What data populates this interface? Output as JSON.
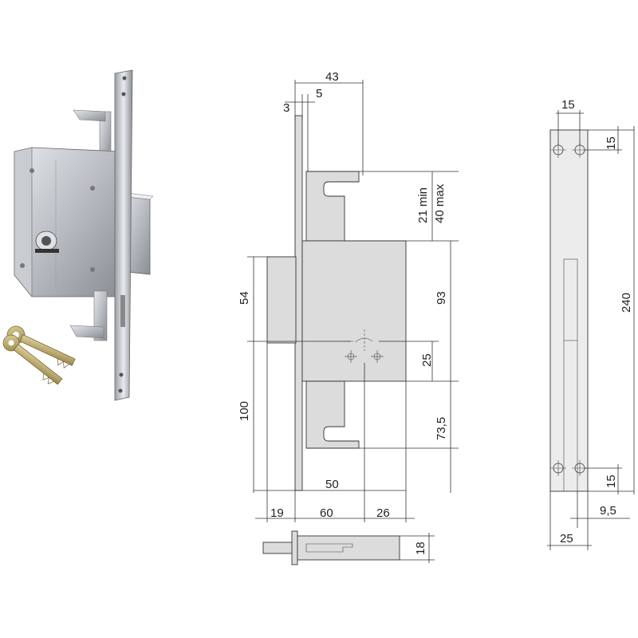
{
  "front_view": {
    "dims": {
      "top_width": "43",
      "plate_thickness": "3",
      "bolt_offset": "5",
      "bolt_throw": "21 min\n40 max",
      "bolt_throw_min": "21 min",
      "bolt_throw_max": "40 max",
      "upper_height": "54",
      "body_height": "93",
      "spindle_to_cyl": "25",
      "lower_height": "100",
      "lower_bolt": "73,5",
      "backset": "50",
      "faceplate_offset": "19",
      "case_width": "60",
      "rear_width": "26"
    }
  },
  "bottom_view": {
    "dims": {
      "thickness": "18"
    }
  },
  "side_view": {
    "dims": {
      "hole_spacing": "15",
      "top_hole_offset": "15",
      "plate_height": "240",
      "bottom_hole_offset": "15",
      "slot_offset": "9,5",
      "plate_width": "25"
    }
  },
  "photo": {
    "colors": {
      "steel": "#b8bcc2",
      "steel_dark": "#8a8e94",
      "brass": "#b9a46a"
    }
  }
}
